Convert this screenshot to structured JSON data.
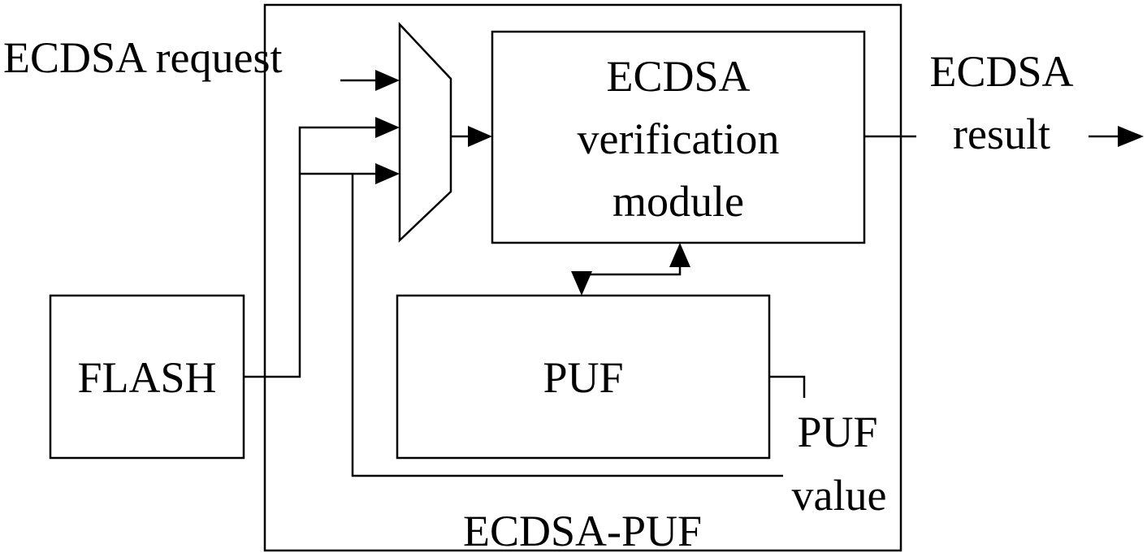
{
  "labels": {
    "ecdsa_request": "ECDSA request",
    "verification_line1": "ECDSA",
    "verification_line2": "verification",
    "verification_line3": "module",
    "result_line1": "ECDSA",
    "result_line2": "result",
    "flash": "FLASH",
    "puf": "PUF",
    "puf_value_line1": "PUF",
    "puf_value_line2": "value",
    "container": "ECDSA-PUF"
  }
}
